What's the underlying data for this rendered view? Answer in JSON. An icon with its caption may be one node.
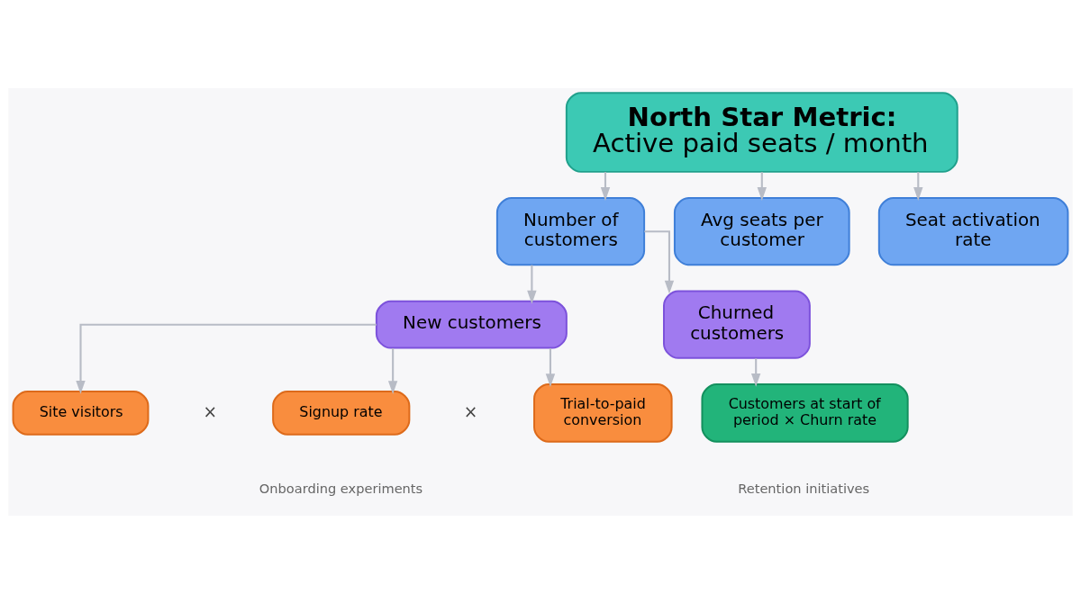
{
  "diagram": {
    "nodes": [
      {
        "text": [
          "North Star Metric:",
          "Active paid seats / month"
        ]
      },
      {
        "text": [
          "Number of customers"
        ]
      },
      {
        "text": [
          "Avg seats per customer"
        ]
      },
      {
        "text": [
          "Seat activation rate"
        ]
      },
      {
        "text": [
          "New customers"
        ]
      },
      {
        "text": [
          "Churned customers"
        ]
      },
      {
        "text": [
          "Site visitors"
        ]
      },
      {
        "text": [
          "Signup rate"
        ],
        "beside": [
          "Onboarding experiments"
        ]
      },
      {
        "text": [
          "Trial-to-paid conversion"
        ]
      },
      {
        "text": [
          "Customers at start of period × Churn rate"
        ],
        "beside": [
          "Retention initiatives"
        ]
      }
    ],
    "edges": [
      {
        "from": 0,
        "to": 1,
        "arrow": "to"
      },
      {
        "from": 0,
        "to": 2,
        "arrow": "to"
      },
      {
        "from": 0,
        "to": 3,
        "arrow": "to"
      },
      {
        "from": 1,
        "to": 4,
        "arrow": "to"
      },
      {
        "from": 1,
        "to": 5,
        "arrow": "to"
      },
      {
        "from": 4,
        "to": 6,
        "arrow": "to"
      },
      {
        "from": 4,
        "to": 7,
        "arrow": "to"
      },
      {
        "from": 4,
        "to": 8,
        "arrow": "to"
      },
      {
        "from": 5,
        "to": 9,
        "arrow": "to"
      }
    ],
    "labels": [
      "×",
      "×"
    ]
  }
}
